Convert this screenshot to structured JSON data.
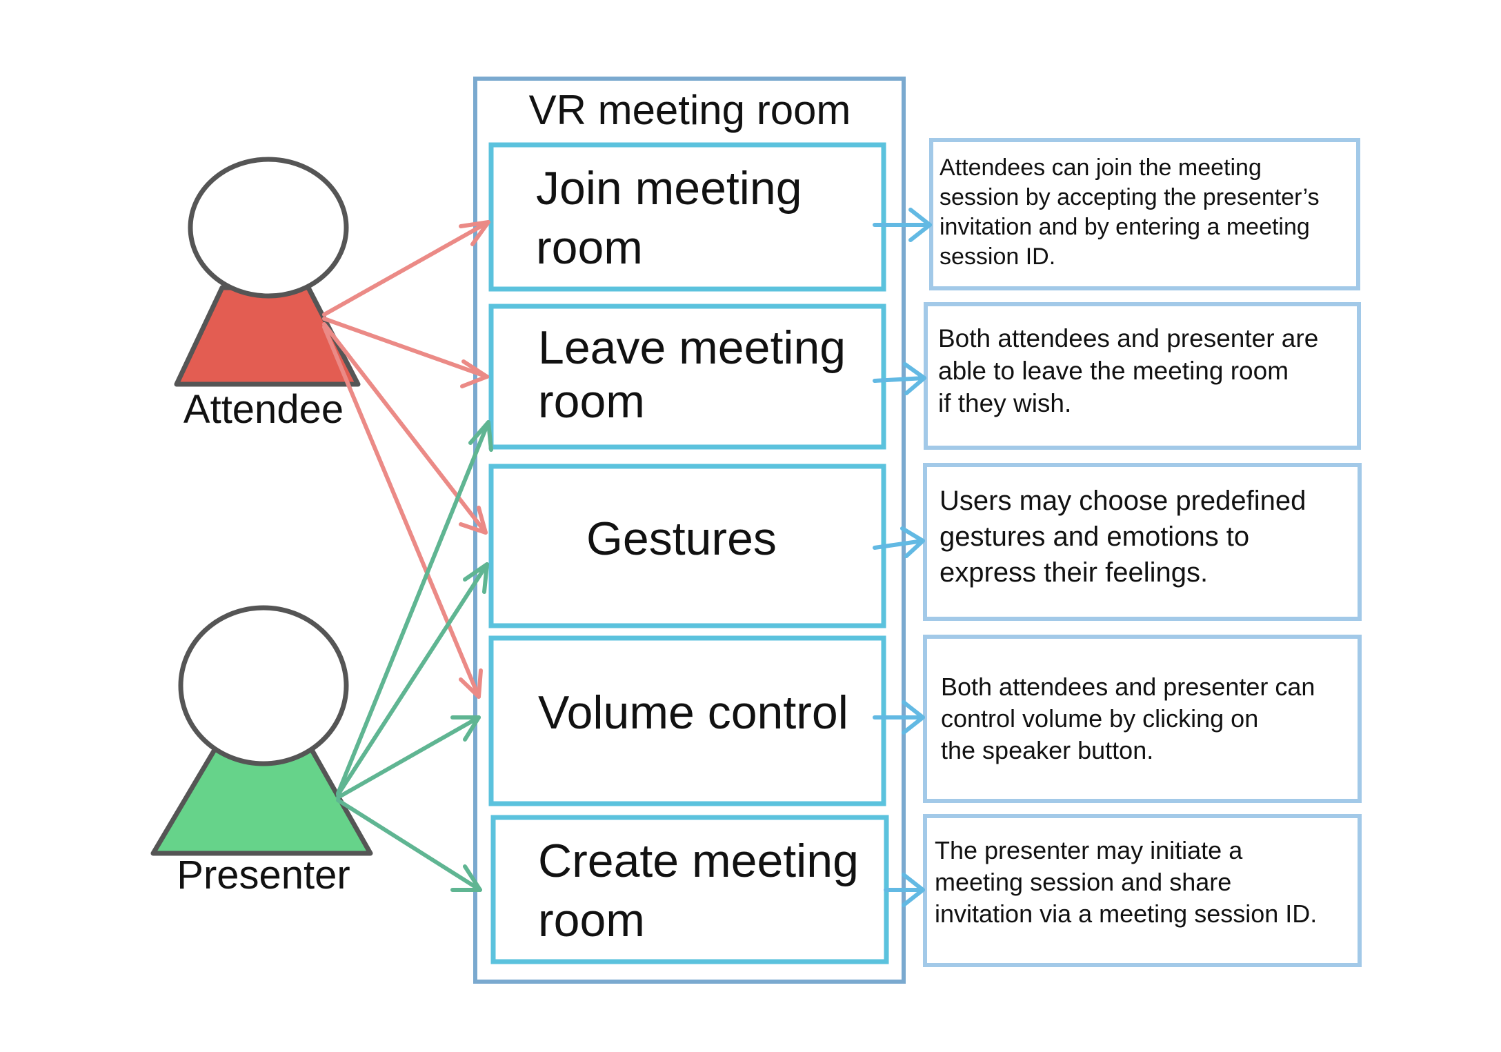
{
  "system": {
    "title": "VR meeting room"
  },
  "actors": {
    "attendee": {
      "label": "Attendee",
      "color": "#e35d52"
    },
    "presenter": {
      "label": "Presenter",
      "color": "#66d38a"
    }
  },
  "use_cases": [
    {
      "id": "join",
      "label": "Join meeting\nroom"
    },
    {
      "id": "leave",
      "label": "Leave meeting\nroom"
    },
    {
      "id": "gestures",
      "label": "Gestures"
    },
    {
      "id": "volume",
      "label": "Volume control"
    },
    {
      "id": "create",
      "label": "Create meeting\nroom"
    }
  ],
  "notes": [
    {
      "id": "join",
      "text": "Attendees can join the meeting\nsession by accepting the presenter’s\ninvitation and by entering a meeting\nsession ID."
    },
    {
      "id": "leave",
      "text": "Both attendees and presenter are\nable to leave the meeting room\nif they wish."
    },
    {
      "id": "gestures",
      "text": "Users may choose predefined\ngestures and emotions to\nexpress their feelings."
    },
    {
      "id": "volume",
      "text": "Both attendees and presenter can\ncontrol volume by clicking on\nthe speaker button."
    },
    {
      "id": "create",
      "text": "The presenter may initiate a\nmeeting session and share\ninvitation via a meeting session ID."
    }
  ],
  "connections": {
    "attendee": [
      "join",
      "leave",
      "gestures",
      "volume"
    ],
    "presenter": [
      "leave",
      "gestures",
      "volume",
      "create"
    ]
  },
  "colors": {
    "attendee_arrow": "#eb8a86",
    "presenter_arrow": "#5fb592",
    "note_arrow": "#62b9e3",
    "system_border": "#7aa9cf",
    "usecase_border": "#5bc2dd",
    "note_border": "#a2c9e8",
    "actor_outline": "#555555"
  }
}
